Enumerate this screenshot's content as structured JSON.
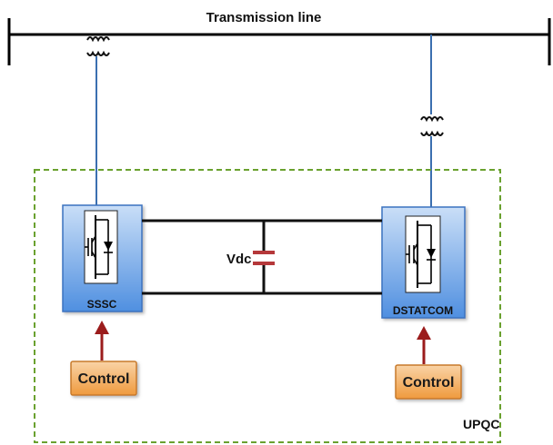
{
  "title": "Transmission line",
  "converters": {
    "left": "SSSC",
    "right": "DSTATCOM"
  },
  "dc_link": "Vdc",
  "controls": {
    "left": "Control",
    "right": "Control"
  },
  "group_label": "UPQC",
  "colors": {
    "line": "#000000",
    "wire_blue": "#3b6fb0",
    "arrow": "#9b1c1c",
    "capacitor": "#b5383a",
    "group_border": "#6aa12f",
    "box_fill_top": "#a8c9f2",
    "box_fill_bottom": "#4f8fe0",
    "box_border": "#3a73c0",
    "control_fill_top": "#f7c58c",
    "control_fill_bottom": "#f0a24a",
    "control_border": "#c87a2a"
  },
  "icons": [
    "transformer-icon",
    "igbt-icon",
    "capacitor-icon",
    "arrow-icon"
  ]
}
